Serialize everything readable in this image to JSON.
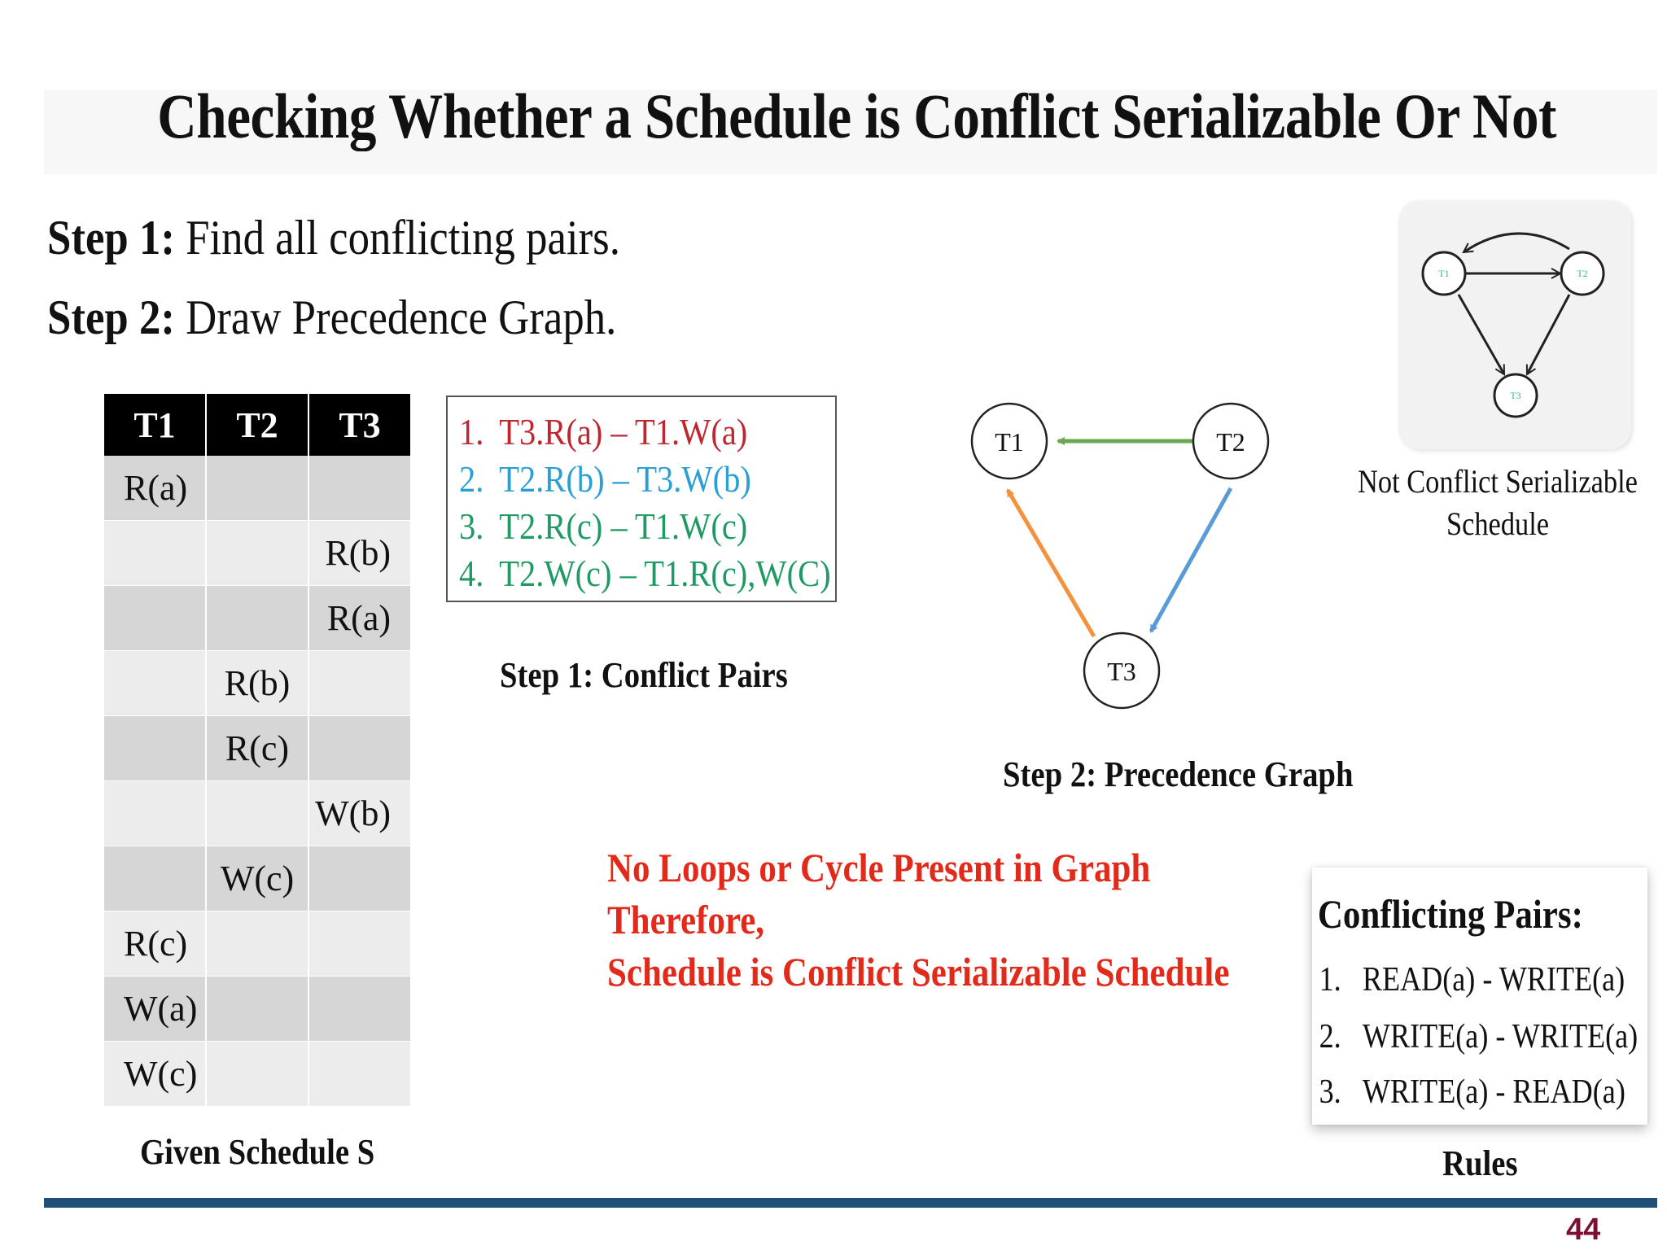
{
  "slide": {
    "title": "Checking Whether a Schedule is Conflict Serializable Or Not",
    "page_number": "44"
  },
  "steps": [
    {
      "label": "Step 1:",
      "text": " Find all conflicting pairs."
    },
    {
      "label": "Step 2:",
      "text": " Draw Precedence Graph."
    }
  ],
  "schedule": {
    "headers": [
      "T1",
      "T2",
      "T3"
    ],
    "rows": [
      [
        "R(a)",
        "",
        ""
      ],
      [
        "",
        "",
        "R(b)"
      ],
      [
        "",
        "",
        "R(a)"
      ],
      [
        "",
        "R(b)",
        ""
      ],
      [
        "",
        "R(c)",
        ""
      ],
      [
        "",
        "",
        "W(b)"
      ],
      [
        "",
        "W(c)",
        ""
      ],
      [
        "R(c)",
        "",
        ""
      ],
      [
        "W(a)",
        "",
        ""
      ],
      [
        "W(c)",
        "",
        ""
      ]
    ],
    "caption": "Given Schedule S"
  },
  "conflict_pairs": {
    "items": [
      {
        "num": "1.",
        "text": "T3.R(a) – T1.W(a)",
        "color": "#c0262f"
      },
      {
        "num": "2.",
        "text": "T2.R(b) – T3.W(b)",
        "color": "#2a9fd6"
      },
      {
        "num": "3.",
        "text": "T2.R(c) – T1.W(c)",
        "color": "#1f9a63"
      },
      {
        "num": "4.",
        "text": "T2.W(c) – T1.R(c),W(C)",
        "color": "#1f9a63"
      }
    ],
    "caption": "Step 1: Conflict Pairs"
  },
  "precedence_graph": {
    "nodes": [
      "T1",
      "T2",
      "T3"
    ],
    "edges": [
      {
        "from": "T2",
        "to": "T1",
        "color": "#6aa84f"
      },
      {
        "from": "T2",
        "to": "T3",
        "color": "#5b9bd5"
      },
      {
        "from": "T3",
        "to": "T1",
        "color": "#f4913d"
      }
    ],
    "caption": "Step 2: Precedence Graph"
  },
  "inset_graph": {
    "nodes": [
      "T1",
      "T2",
      "T3"
    ],
    "edges": [
      {
        "from": "T1",
        "to": "T2"
      },
      {
        "from": "T2",
        "to": "T1"
      },
      {
        "from": "T1",
        "to": "T3"
      },
      {
        "from": "T2",
        "to": "T3"
      }
    ],
    "node_label_color": "#2bb5a8",
    "caption_line1": "Not Conflict Serializable",
    "caption_line2": "Schedule"
  },
  "conclusion": {
    "line1": "No Loops or Cycle Present in Graph",
    "line2": "Therefore,",
    "line3": "Schedule is Conflict Serializable Schedule",
    "color": "#e32a1a"
  },
  "rules": {
    "title": "Conflicting Pairs:",
    "items": [
      {
        "num": "1.",
        "text": "READ(a) - WRITE(a)"
      },
      {
        "num": "2.",
        "text": "WRITE(a) - WRITE(a)"
      },
      {
        "num": "3.",
        "text": "WRITE(a) - READ(a)"
      }
    ],
    "caption": "Rules"
  }
}
